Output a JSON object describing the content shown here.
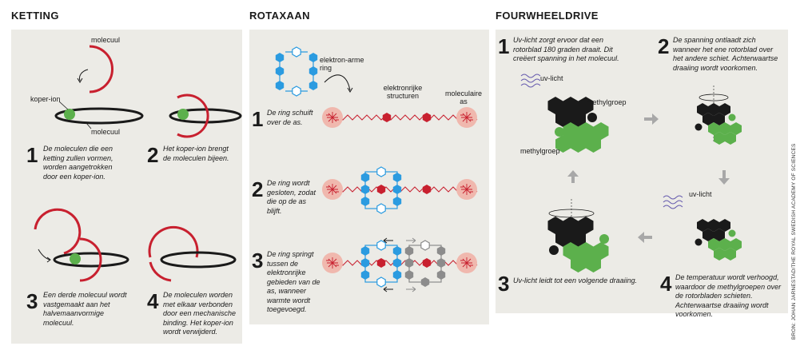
{
  "sections": {
    "ketting": {
      "title": "KETTING",
      "label_molecuul_top": "molecuul",
      "label_koper_ion": "koper-ion",
      "label_molecuul_bottom": "molecuul",
      "steps": [
        {
          "num": "1",
          "text": "De moleculen die een ketting zullen vormen, worden aangetrokken door een koper-ion."
        },
        {
          "num": "2",
          "text": "Het koper-ion brengt de moleculen bijeen."
        },
        {
          "num": "3",
          "text": "Een derde molecuul wordt vastgemaakt aan het halvemaanvormige molecuul."
        },
        {
          "num": "4",
          "text": "De moleculen worden met elkaar verbonden door een mechanische binding. Het koper-ion wordt verwijderd."
        }
      ]
    },
    "rotaxaan": {
      "title": "ROTAXAAN",
      "label_ring": "elektron-arme ring",
      "label_structuren": "elektronrijke structuren",
      "label_as": "moleculaire as",
      "steps": [
        {
          "num": "1",
          "text": "De ring schuift over de as."
        },
        {
          "num": "2",
          "text": "De ring wordt gesloten, zodat die op de as blijft."
        },
        {
          "num": "3",
          "text": "De ring springt tussen de elektronrijke gebieden van de as, wanneer warmte wordt toegevoegd."
        }
      ]
    },
    "fourwheeldrive": {
      "title": "FOURWHEELDRIVE",
      "label_uv_1": "uv-licht",
      "label_methyl_1": "methylgroep",
      "label_methyl_2": "methylgroep",
      "label_uv_2": "uv-licht",
      "steps": [
        {
          "num": "1",
          "text": "Uv-licht zorgt ervoor dat een rotorblad 180 graden draait. Dit creëert spanning in het molecuul."
        },
        {
          "num": "2",
          "text": "De spanning ontlaadt zich wanneer het ene rotorblad over het andere schiet. Achterwaartse draaiing wordt voorkomen."
        },
        {
          "num": "3",
          "text": "Uv-licht leidt tot een volgende draaiing."
        },
        {
          "num": "4",
          "text": "De temperatuur wordt verhoogd, waardoor de methylgroepen over de rotorbladen schieten. Achterwaartse draaiing wordt voorkomen."
        }
      ]
    }
  },
  "credit": "BRON: JOHAN JARNESTAD/THE ROYAL SWEDISH ACADEMY OF SCIENCES",
  "colors": {
    "panel": "#ecebe6",
    "red": "#c8202f",
    "green": "#5cb04c",
    "blue": "#2b9be0",
    "black": "#1a1a1a",
    "gray": "#8c8c8c",
    "pink": "#f0b8ae"
  }
}
